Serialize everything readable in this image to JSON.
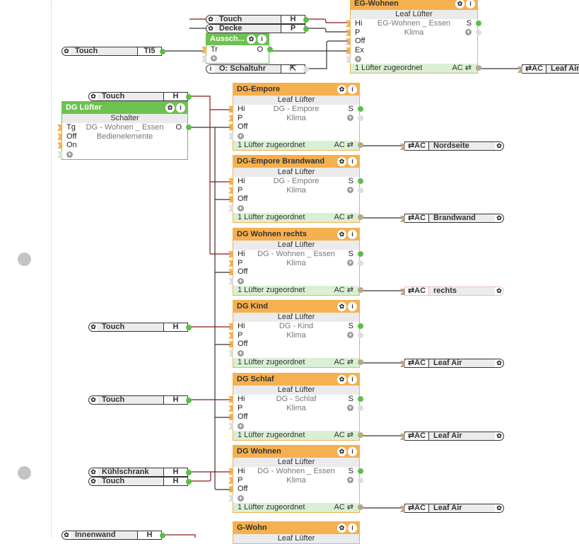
{
  "colors": {
    "block_header": "#f5b04f",
    "logic_header": "#6cc24f",
    "footer": "#d9f0d5",
    "wire_hi": "#8b1a1a",
    "wire": "#333333",
    "output_port": "#5cbf4a"
  },
  "icons": {
    "gear": "gear-icon",
    "info": "info-icon",
    "plus": "plus-icon",
    "swap": "swap-arrows-icon",
    "exit": "exit-icon"
  },
  "leaf_blocks": [
    {
      "title": "EG-Wohnen",
      "subtitle": "Leaf Lüfter",
      "inputs": [
        "Hi",
        "P",
        "Off",
        "Ex"
      ],
      "outputs": [
        "S"
      ],
      "center": [
        "EG-Wohnen _ Essen",
        "Klima"
      ],
      "footer": "1 Lüfter zugeordnet",
      "footer_right": "AC ⇄"
    },
    {
      "title": "DG-Empore",
      "subtitle": "Leaf Lüfter",
      "inputs": [
        "Hi",
        "P",
        "Off"
      ],
      "outputs": [
        "S"
      ],
      "center": [
        "DG - Empore",
        "Klima"
      ],
      "footer": "1 Lüfter zugeordnet",
      "footer_right": "AC ⇄"
    },
    {
      "title": "DG-Empore Brandwand",
      "subtitle": "Leaf Lüfter",
      "inputs": [
        "Hi",
        "P",
        "Off"
      ],
      "outputs": [
        "S"
      ],
      "center": [
        "DG - Empore",
        "Klima"
      ],
      "footer": "1 Lüfter zugeordnet",
      "footer_right": "AC ⇄"
    },
    {
      "title": "DG Wohnen rechts",
      "subtitle": "Leaf Lüfter",
      "inputs": [
        "Hi",
        "P",
        "Off"
      ],
      "outputs": [
        "S"
      ],
      "center": [
        "DG - Wohnen _ Essen",
        "Klima"
      ],
      "footer": "1 Lüfter zugeordnet",
      "footer_right": "AC ⇄"
    },
    {
      "title": "DG Kind",
      "subtitle": "Leaf Lüfter",
      "inputs": [
        "Hi",
        "P",
        "Off"
      ],
      "outputs": [
        "S"
      ],
      "center": [
        "DG - Kind",
        "Klima"
      ],
      "footer": "1 Lüfter zugeordnet",
      "footer_right": "AC ⇄"
    },
    {
      "title": "DG Schlaf",
      "subtitle": "Leaf Lüfter",
      "inputs": [
        "Hi",
        "P",
        "Off"
      ],
      "outputs": [
        "S"
      ],
      "center": [
        "DG - Schlaf",
        "Klima"
      ],
      "footer": "1 Lüfter zugeordnet",
      "footer_right": "AC ⇄"
    },
    {
      "title": "DG Wohnen",
      "subtitle": "Leaf Lüfter",
      "inputs": [
        "Hi",
        "P",
        "Off"
      ],
      "outputs": [
        "S"
      ],
      "center": [
        "DG - Wohnen _ Essen",
        "Klima"
      ],
      "footer": "1 Lüfter zugeordnet",
      "footer_right": "AC ⇄"
    },
    {
      "title": "G-Wohn",
      "subtitle": "Leaf Lüfter",
      "inputs": [],
      "outputs": [],
      "center": []
    }
  ],
  "logic_blocks": [
    {
      "title": "Aussch...",
      "inputs": [
        "Tr"
      ],
      "outputs": [
        "O"
      ],
      "center": []
    },
    {
      "title": "DG Lüfter",
      "subtitle": "Schalter",
      "inputs": [
        "Tg",
        "Off",
        "On"
      ],
      "outputs": [
        "O"
      ],
      "center": [
        "DG - Wohnen _ Essen",
        "Bedienelemente"
      ]
    }
  ],
  "input_refs": [
    {
      "name": "Touch",
      "value": "H"
    },
    {
      "name": "Decke",
      "value": "P"
    },
    {
      "name": "Touch",
      "value": "TI5"
    },
    {
      "name": "O: Schaltuhr",
      "value": "⇱"
    },
    {
      "name": "Touch",
      "value": "H"
    },
    {
      "name": "Touch",
      "value": "H"
    },
    {
      "name": "Touch",
      "value": "H"
    },
    {
      "name": "Kühlschrank",
      "value": "H"
    },
    {
      "name": "Touch",
      "value": "H"
    },
    {
      "name": "Innenwand",
      "value": "H"
    }
  ],
  "output_refs": [
    {
      "type": "⇄AC",
      "name": "Leaf Air"
    },
    {
      "type": "⇄AC",
      "name": "Nordseite"
    },
    {
      "type": "⇄AC",
      "name": "Brandwand"
    },
    {
      "type": "⇄AC",
      "name": "rechts"
    },
    {
      "type": "⇄AC",
      "name": "Leaf Air"
    },
    {
      "type": "⇄AC",
      "name": "Leaf Air"
    },
    {
      "type": "⇄AC",
      "name": "Leaf Air"
    }
  ]
}
